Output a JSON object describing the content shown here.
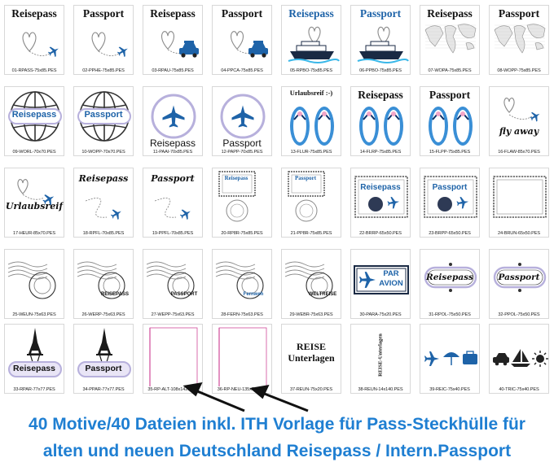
{
  "tiles": [
    {
      "file": "01-RPASS-75x85.PES",
      "title": "Reisepass",
      "motif": "heart-plane"
    },
    {
      "file": "02-PPHE-75x85.PES",
      "title": "Passport",
      "motif": "heart-plane"
    },
    {
      "file": "03-RPAU-75x85.PES",
      "title": "Reisepass",
      "motif": "heart-car"
    },
    {
      "file": "04-PPCA-75x85.PES",
      "title": "Passport",
      "motif": "heart-car"
    },
    {
      "file": "05-RPBO-75x85.PES",
      "title": "Reisepass",
      "motif": "heart-ship",
      "titleColor": "blue"
    },
    {
      "file": "06-PPBO-75x85.PES",
      "title": "Passport",
      "motif": "heart-ship",
      "titleColor": "blue"
    },
    {
      "file": "07-WOPA-75x85.PES",
      "title": "Reisepass",
      "motif": "worldmap"
    },
    {
      "file": "08-WOPP-75x85.PES",
      "title": "Passport",
      "motif": "worldmap"
    },
    {
      "file": "09-WORL-70x70.PES",
      "title": "Reisepass",
      "motif": "globe"
    },
    {
      "file": "10-WOPP-70x70.PES",
      "title": "Passport",
      "motif": "globe"
    },
    {
      "file": "11-PAAI-70x85.PES",
      "title": "Reisepass",
      "motif": "plane-circle"
    },
    {
      "file": "12-PAPP-70x85.PES",
      "title": "Passport",
      "motif": "plane-circle"
    },
    {
      "file": "13-FLUR-75x85.PES",
      "title": "Urlaubsreif :-)",
      "motif": "flipflops"
    },
    {
      "file": "14-FLRP-75x85.PES",
      "title": "Reisepass",
      "motif": "flipflops"
    },
    {
      "file": "15-FLPP-75x85.PES",
      "title": "Passport",
      "motif": "flipflops"
    },
    {
      "file": "16-FLAW-85x70.PES",
      "title": "fly away",
      "motif": "heart-plane-script"
    },
    {
      "file": "17-HEUR-85x70.PES",
      "title": "Urlaubsreif",
      "motif": "heart-plane-script-bottom"
    },
    {
      "file": "18-RPFL-70x85.PES",
      "title": "Reisepass",
      "motif": "swirl-plane"
    },
    {
      "file": "19-PPFL-70x85.PES",
      "title": "Passport",
      "motif": "swirl-plane"
    },
    {
      "file": "20-RP8R-75x85.PES",
      "title": "Reisepass",
      "motif": "stamp-postmark"
    },
    {
      "file": "21-PP8R-75x85.PES",
      "title": "Passport",
      "motif": "stamp-postmark"
    },
    {
      "file": "22-BRRP-65x50.PES",
      "title": "Reisepass",
      "motif": "stamp-globe"
    },
    {
      "file": "23-BRPP-65x50.PES",
      "title": "Passport",
      "motif": "stamp-globe"
    },
    {
      "file": "24-BRUN-65x50.PES",
      "title": "",
      "motif": "stamp-empty"
    },
    {
      "file": "25-WEUN-75x63.PES",
      "title": "",
      "motif": "postmark"
    },
    {
      "file": "26-WERP-75x63.PES",
      "title": "REISEPASS",
      "motif": "postmark-text"
    },
    {
      "file": "27-WEPP-75x63.PES",
      "title": "PASSPORT",
      "motif": "postmark-text"
    },
    {
      "file": "28-FERN-75x63.PES",
      "title": "Fernweh",
      "motif": "postmark-text-blue"
    },
    {
      "file": "29-WEBR-75x63.PES",
      "title": "WELTREISE",
      "motif": "postmark-text"
    },
    {
      "file": "30-PARA-75x20.PES",
      "title": "PAR AVION",
      "motif": "paravion"
    },
    {
      "file": "31-RPOL-75x50.PES",
      "title": "Reisepass",
      "motif": "ornament"
    },
    {
      "file": "32-PPOL-75x50.PES",
      "title": "Passport",
      "motif": "ornament"
    },
    {
      "file": "33-RPAR-77x77.PES",
      "title": "Reisepass",
      "motif": "eiffel"
    },
    {
      "file": "34-PPAR-77x77.PES",
      "title": "Passport",
      "motif": "eiffel"
    },
    {
      "file": "35-RP-ALT-108x142.PES",
      "title": "",
      "motif": "sleeve"
    },
    {
      "file": "36-RP-NEU-135x98.PES",
      "title": "",
      "motif": "sleeve"
    },
    {
      "file": "37-REUN-75x20.PES",
      "title": "REISE Unterlagen",
      "motif": "text-block"
    },
    {
      "file": "38-REUN-14x140.PES",
      "title": "REISE-Unterlagen",
      "motif": "text-vertical"
    },
    {
      "file": "39-REIC-75x40.PES",
      "title": "",
      "motif": "icons-travel"
    },
    {
      "file": "40-TRIC-75x40.PES",
      "title": "",
      "motif": "icons-transport"
    }
  ],
  "footer": {
    "line1": "40 Motive/40 Dateien inkl. ITH Vorlage für Pass-Steckhülle für",
    "line2": "alten und neuen Deutschland Reisepass / Intern.Passport"
  },
  "colors": {
    "accent": "#1f7fd2",
    "motif_blue": "#1e63a8",
    "lavender": "#b7b0dc",
    "outline_gray": "#8a8a8a"
  }
}
